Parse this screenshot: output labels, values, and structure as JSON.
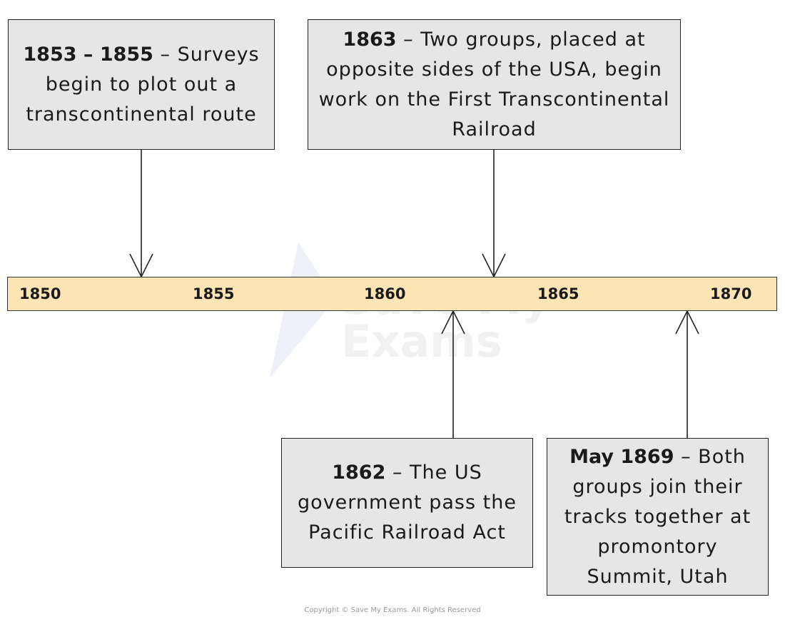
{
  "timeline": {
    "ticks": [
      "1850",
      "1855",
      "1860",
      "1865",
      "1870"
    ]
  },
  "events": {
    "e1853": {
      "date": "1853 – 1855",
      "text": " – Surveys begin to plot out a transcontinental route"
    },
    "e1863": {
      "date": "1863",
      "text": " – Two groups, placed at opposite sides of the USA, begin work on the First Transcontinental Railroad"
    },
    "e1862": {
      "date": "1862",
      "text": " – The US government pass the Pacific Railroad Act"
    },
    "e1869": {
      "date": "May 1869",
      "text": " – Both groups join their tracks together at promontory Summit, Utah"
    }
  },
  "watermark": {
    "line1": "Save My",
    "line2": "Exams"
  },
  "footer": {
    "copyright": "Copyright © Save My Exams. All Rights Reserved"
  }
}
